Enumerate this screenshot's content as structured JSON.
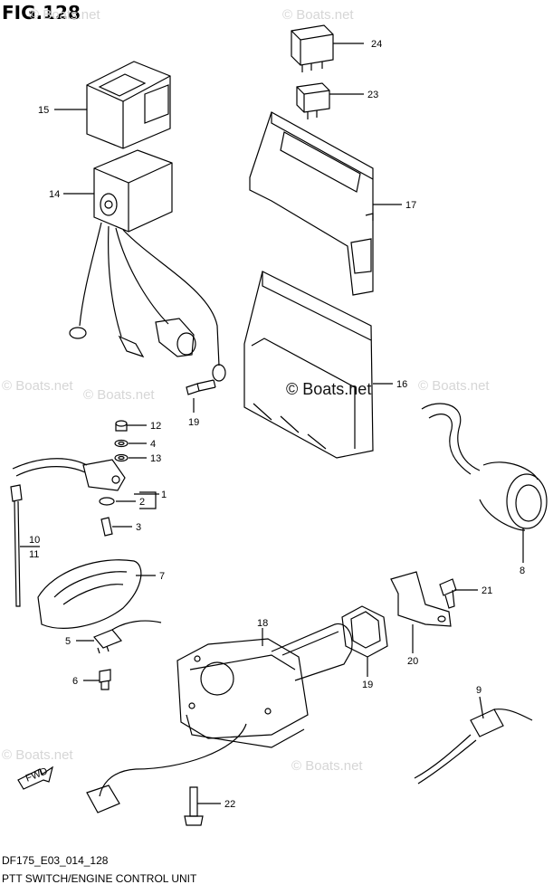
{
  "header": {
    "figure_label": "FIG.128"
  },
  "footer": {
    "diagram_code": "DF175_E03_014_128",
    "diagram_title": "PTT SWITCH/ENGINE CONTROL UNIT"
  },
  "watermark": {
    "text": "© Boats.net"
  },
  "callouts": {
    "c1": "1",
    "c2": "2",
    "c3": "3",
    "c4": "4",
    "c5": "5",
    "c6": "6",
    "c7": "7",
    "c8": "8",
    "c9": "9",
    "c10": "10",
    "c11": "11",
    "c12": "12",
    "c13": "13",
    "c14": "14",
    "c15": "15",
    "c16": "16",
    "c17": "17",
    "c18": "18",
    "c19a": "19",
    "c19b": "19",
    "c20": "20",
    "c21": "21",
    "c22": "22",
    "c23": "23",
    "c24": "24"
  },
  "direction_icon": "fwd-arrow-icon"
}
